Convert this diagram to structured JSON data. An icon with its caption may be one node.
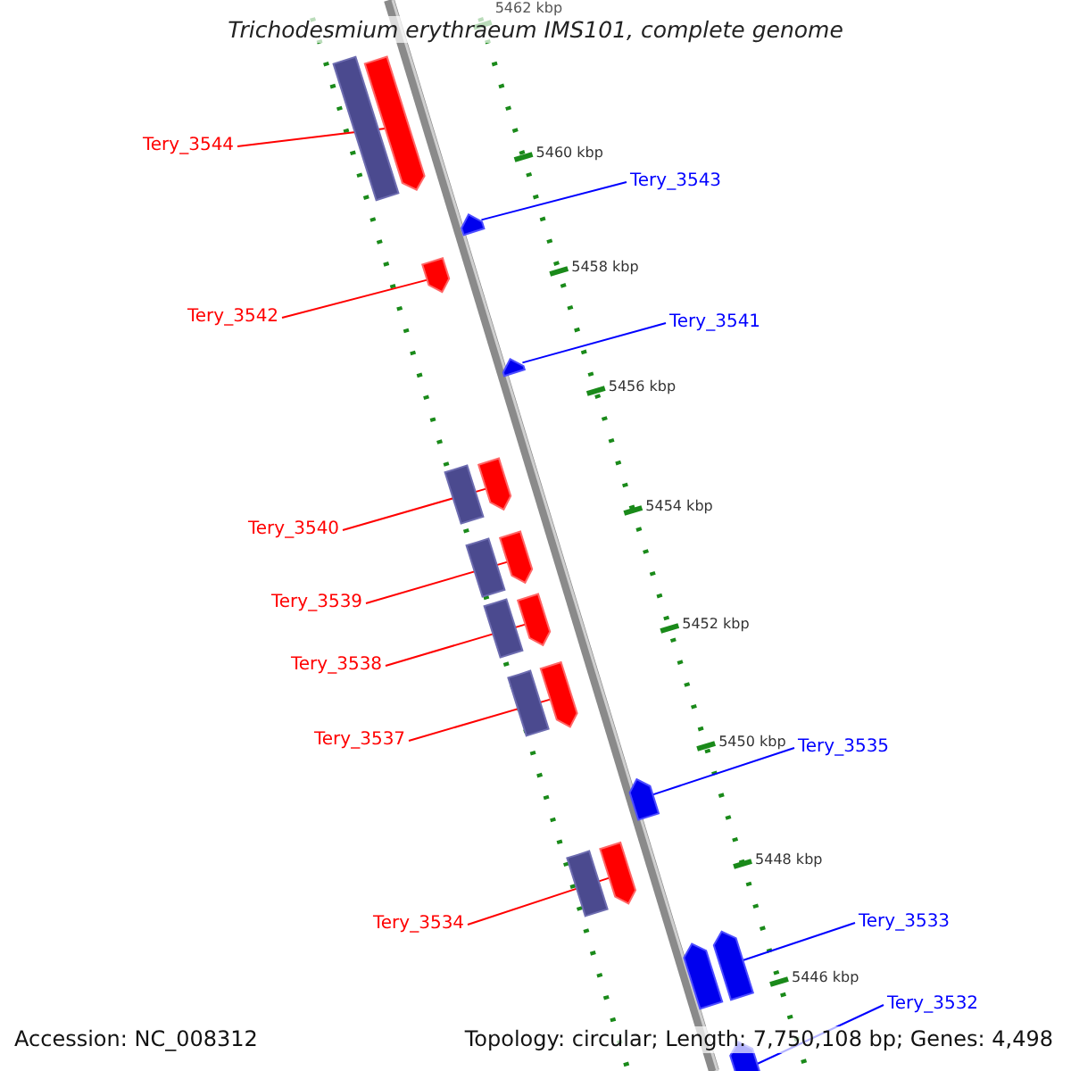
{
  "diagram": {
    "title": "Trichodesmium erythraeum IMS101, complete genome",
    "nodes": [
      {
        "text": [
          "Tery_3544"
        ]
      },
      {
        "text": [],
        "shape": "bar"
      },
      {
        "text": [
          "Tery_3543"
        ]
      },
      {
        "text": [],
        "shape": "bar"
      },
      {
        "text": [
          "Tery_3542"
        ]
      },
      {
        "text": [],
        "shape": "bar"
      },
      {
        "text": [
          "Tery_3541"
        ]
      },
      {
        "text": [],
        "shape": "bar"
      },
      {
        "text": [
          "Tery_3540"
        ]
      },
      {
        "text": [],
        "shape": "bar"
      },
      {
        "text": [
          "Tery_3539"
        ]
      },
      {
        "text": [],
        "shape": "bar"
      },
      {
        "text": [
          "Tery_3538"
        ]
      },
      {
        "text": [],
        "shape": "bar"
      },
      {
        "text": [
          "Tery_3537"
        ]
      },
      {
        "text": [],
        "shape": "bar"
      },
      {
        "text": [
          "Tery_3535"
        ]
      },
      {
        "text": [],
        "shape": "bar"
      },
      {
        "text": [
          "Tery_3534"
        ]
      },
      {
        "text": [],
        "shape": "bar"
      },
      {
        "text": [
          "Tery_3533"
        ]
      },
      {
        "text": [],
        "shape": "bar"
      },
      {
        "text": [
          "Tery_3532"
        ]
      },
      {
        "text": [],
        "shape": "bar"
      },
      {
        "text": [],
        "shape": "bar"
      },
      {
        "text": [],
        "shape": "bar"
      },
      {
        "text": [],
        "shape": "bar"
      },
      {
        "text": [],
        "shape": "bar"
      },
      {
        "text": [],
        "shape": "bar"
      },
      {
        "text": [],
        "shape": "bar"
      },
      {
        "text": [],
        "shape": "bar"
      }
    ],
    "edges": [
      {
        "from": 0,
        "to": 1,
        "arrow": "none"
      },
      {
        "from": 2,
        "to": 3,
        "arrow": "none",
        "color": "#0000ff"
      },
      {
        "from": 4,
        "to": 5,
        "arrow": "none"
      },
      {
        "from": 6,
        "to": 7,
        "arrow": "none",
        "color": "#0000ff"
      },
      {
        "from": 8,
        "to": 9,
        "arrow": "none"
      },
      {
        "from": 10,
        "to": 11,
        "arrow": "none"
      },
      {
        "from": 12,
        "to": 13,
        "arrow": "none"
      },
      {
        "from": 14,
        "to": 15,
        "arrow": "none"
      },
      {
        "from": 16,
        "to": 17,
        "arrow": "none",
        "color": "#0000ff"
      },
      {
        "from": 18,
        "to": 19,
        "arrow": "none"
      },
      {
        "from": 20,
        "to": 21,
        "arrow": "none",
        "color": "#0000ff"
      },
      {
        "from": 22,
        "to": 23,
        "arrow": "none",
        "color": "#0000ff"
      }
    ],
    "labels": [
      "5462 kbp",
      "5460 kbp",
      "5458 kbp",
      "5456 kbp",
      "5454 kbp",
      "5452 kbp",
      "5450 kbp",
      "5448 kbp",
      "5446 kbp",
      "Accession: NC_008312",
      "Topology: circular; Length: 7,750,108 bp; Genes: 4,498"
    ]
  }
}
